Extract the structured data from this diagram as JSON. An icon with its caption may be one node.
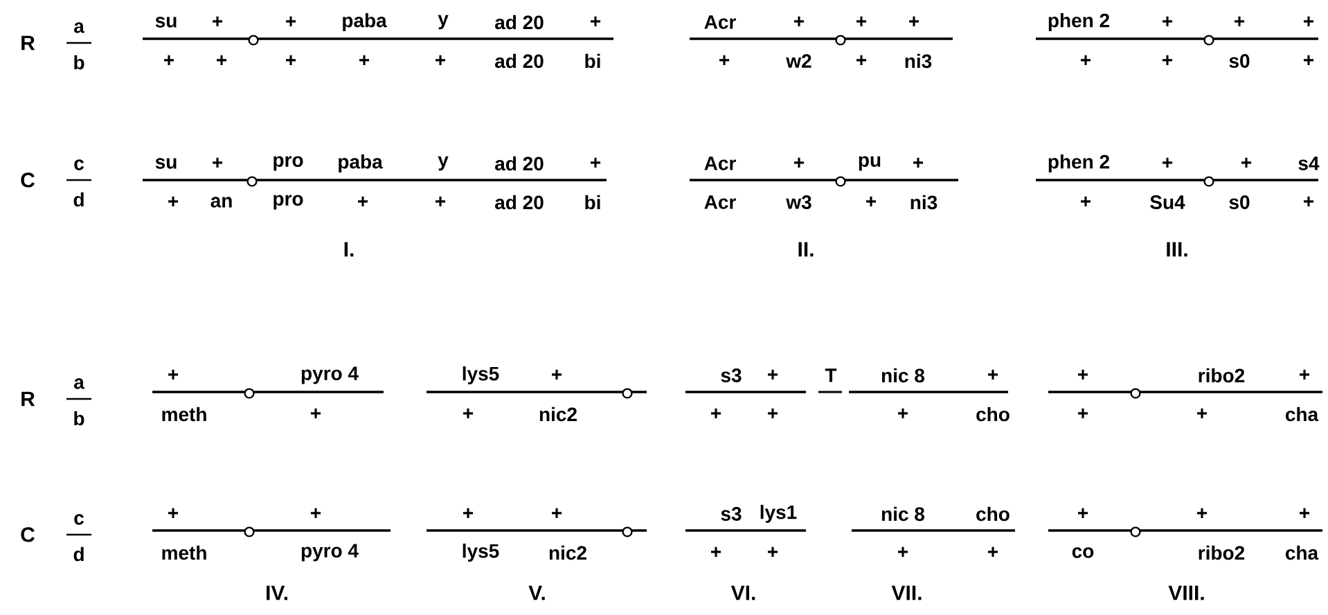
{
  "diagram": {
    "labels": [
      "R",
      "a",
      "b",
      "su",
      "+",
      "+",
      "paba",
      "y",
      "ad 20",
      "+",
      "+",
      "+",
      "+",
      "+",
      "+",
      "ad 20",
      "bi",
      "Acr",
      "+",
      "+",
      "+",
      "+",
      "w2",
      "+",
      "ni3",
      "phen 2",
      "+",
      "+",
      "+",
      "+",
      "+",
      "s0",
      "+",
      "C",
      "c",
      "d",
      "su",
      "+",
      "pro",
      "paba",
      "y",
      "ad 20",
      "+",
      "+",
      "an",
      "pro",
      "+",
      "+",
      "ad 20",
      "bi",
      "Acr",
      "+",
      "pu",
      "+",
      "Acr",
      "w3",
      "+",
      "ni3",
      "phen 2",
      "+",
      "+",
      "s4",
      "+",
      "Su4",
      "s0",
      "+",
      "I.",
      "II.",
      "III.",
      "R",
      "a",
      "b",
      "+",
      "pyro 4",
      "meth",
      "+",
      "lys5",
      "+",
      "+",
      "nic2",
      "s3",
      "+",
      "+",
      "+",
      "T",
      "nic 8",
      "+",
      "+",
      "cho",
      "+",
      "ribo2",
      "+",
      "+",
      "+",
      "cha",
      "C",
      "c",
      "d",
      "+",
      "+",
      "meth",
      "pyro 4",
      "+",
      "+",
      "lys5",
      "nic2",
      "s3",
      "lys1",
      "+",
      "+",
      "nic 8",
      "cho",
      "+",
      "+",
      "+",
      "+",
      "+",
      "co",
      "ribo2",
      "cha",
      "IV.",
      "V.",
      "VI.",
      "VII.",
      "VIII."
    ]
  }
}
